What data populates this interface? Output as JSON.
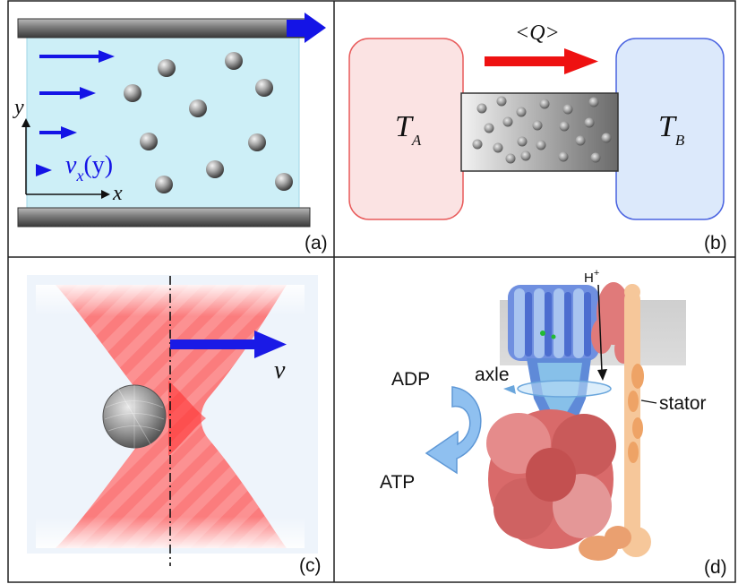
{
  "panels": {
    "a": {
      "label": "(a)",
      "axis_y": "y",
      "axis_x": "x",
      "velocity_symbol": "v",
      "velocity_subscript": "x",
      "velocity_argument": "(y)",
      "colors": {
        "fluid": "#cdeff7",
        "arrow": "#1414e6",
        "wall": "#6f6f6f"
      }
    },
    "b": {
      "label": "(b)",
      "heat_label": "<Q>",
      "reservoir_a_symbol": "T",
      "reservoir_a_subscript": "A",
      "reservoir_b_symbol": "T",
      "reservoir_b_subscript": "B",
      "colors": {
        "hot": "#fbe3e3",
        "hot_border": "#e85a5a",
        "cold": "#dce9fb",
        "cold_border": "#4a63e0",
        "arrow": "#ee1111"
      }
    },
    "c": {
      "label": "(c)",
      "velocity_label": "v",
      "colors": {
        "beam": "#ff5a5a",
        "arrow": "#1a1ae6",
        "background": "#eef4fb"
      }
    },
    "d": {
      "label": "(d)",
      "proton_label": "H",
      "proton_charge": "+",
      "axle_label": "axle",
      "stator_label": "stator",
      "adp_label": "ADP",
      "atp_label": "ATP",
      "colors": {
        "membrane": "#d7d7d7",
        "rotor": "#6f8fe0",
        "head": "#e07a7a",
        "stator": "#f6c79a",
        "cycle_arrow": "#8fc0f0"
      }
    }
  }
}
